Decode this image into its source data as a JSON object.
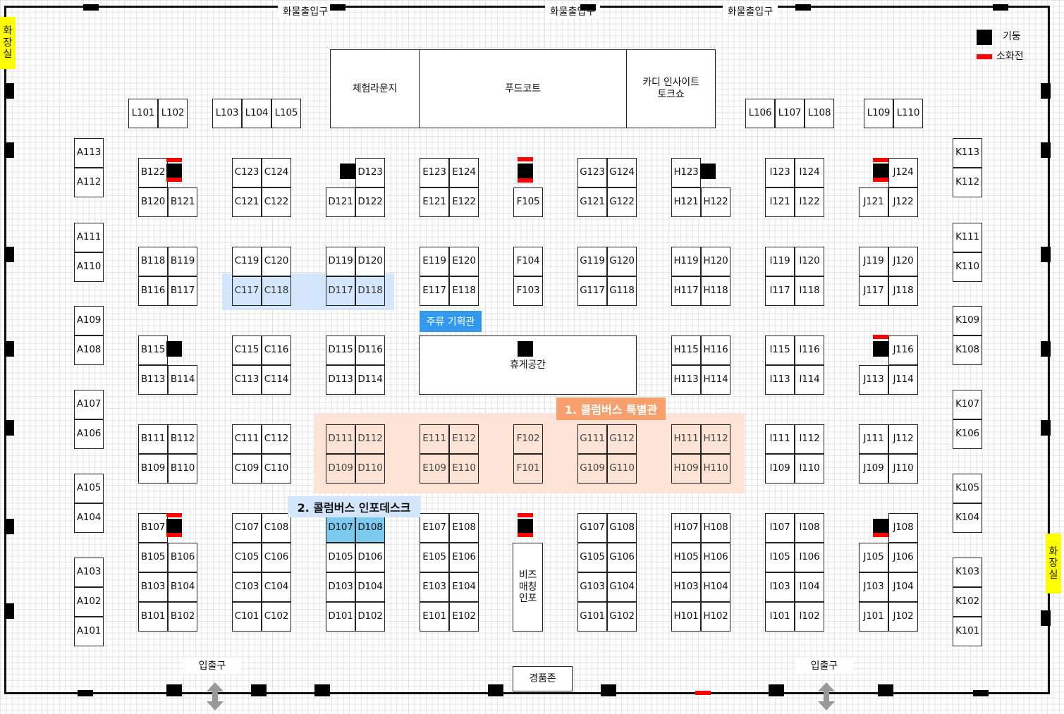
{
  "cargo_entrances": [
    "화물출입구",
    "화물출입구",
    "화물출입구"
  ],
  "restrooms": {
    "left": "화장실",
    "right": "화장실"
  },
  "legend": {
    "pillar": "기둥",
    "extinguisher": "소화전"
  },
  "facilities": {
    "lounge": "체험라운지",
    "food_court": "푸드코트",
    "talk_show": "카디 인사이트\n토크쇼",
    "rest_area": "휴게공간",
    "biz_info": "비즈\n매칭\n인포",
    "prize_zone": "경품존"
  },
  "entrances": [
    "입출구",
    "입출구"
  ],
  "zone_labels": {
    "liquor": "주류 기획관",
    "special": "1. 콜럼버스 특별관",
    "infodesk": "2. 콜럼버스 인포데스크"
  },
  "colors": {
    "special_zone": "#fde3d6",
    "special_label": "#f7a06e",
    "infodesk_zone": "#d4e6fb",
    "infodesk_booth": "#7ccaf0",
    "liquor_label": "#3399ee",
    "restroom": "#ffff00",
    "pillar": "#000000",
    "extinguisher": "#ff0000"
  },
  "booths": {
    "L": [
      "L101",
      "L102",
      "L103",
      "L104",
      "L105",
      "L106",
      "L107",
      "L108",
      "L109",
      "L110"
    ],
    "A": [
      "A113",
      "A112",
      "A111",
      "A110",
      "A109",
      "A108",
      "A107",
      "A106",
      "A105",
      "A104",
      "A103",
      "A102",
      "A101"
    ],
    "B": [
      "B122",
      "B120",
      "B121",
      "B118",
      "B119",
      "B116",
      "B117",
      "B115",
      "B113",
      "B114",
      "B111",
      "B112",
      "B109",
      "B110",
      "B107",
      "B105",
      "B106",
      "B103",
      "B104",
      "B101",
      "B102"
    ],
    "C": [
      "C123",
      "C124",
      "C121",
      "C122",
      "C119",
      "C120",
      "C117",
      "C118",
      "C115",
      "C116",
      "C113",
      "C114",
      "C111",
      "C112",
      "C109",
      "C110",
      "C107",
      "C108",
      "C105",
      "C106",
      "C103",
      "C104",
      "C101",
      "C102"
    ],
    "D": [
      "D123",
      "D121",
      "D122",
      "D119",
      "D120",
      "D117",
      "D118",
      "D115",
      "D116",
      "D113",
      "D114",
      "D111",
      "D112",
      "D109",
      "D110",
      "D107",
      "D108",
      "D105",
      "D106",
      "D103",
      "D104",
      "D101",
      "D102"
    ],
    "E": [
      "E123",
      "E124",
      "E121",
      "E122",
      "E119",
      "E120",
      "E117",
      "E118",
      "E111",
      "E112",
      "E109",
      "E110",
      "E107",
      "E108",
      "E105",
      "E106",
      "E103",
      "E104",
      "E101",
      "E102"
    ],
    "F": [
      "F105",
      "F104",
      "F103",
      "F102",
      "F101"
    ],
    "G": [
      "G123",
      "G124",
      "G121",
      "G122",
      "G119",
      "G120",
      "G117",
      "G118",
      "G111",
      "G112",
      "G109",
      "G110",
      "G107",
      "G108",
      "G105",
      "G106",
      "G103",
      "G104",
      "G101",
      "G102"
    ],
    "H": [
      "H123",
      "H121",
      "H122",
      "H119",
      "H120",
      "H117",
      "H118",
      "H115",
      "H116",
      "H113",
      "H114",
      "H111",
      "H112",
      "H109",
      "H110",
      "H107",
      "H108",
      "H105",
      "H106",
      "H103",
      "H104",
      "H101",
      "H102"
    ],
    "I": [
      "I123",
      "I124",
      "I121",
      "I122",
      "I119",
      "I120",
      "I117",
      "I118",
      "I115",
      "I116",
      "I113",
      "I114",
      "I111",
      "I112",
      "I109",
      "I110",
      "I107",
      "I108",
      "I105",
      "I106",
      "I103",
      "I104",
      "I101",
      "I102"
    ],
    "J": [
      "J124",
      "J121",
      "J122",
      "J119",
      "J120",
      "J117",
      "J118",
      "J116",
      "J113",
      "J114",
      "J111",
      "J112",
      "J109",
      "J110",
      "J108",
      "J105",
      "J106",
      "J103",
      "J104",
      "J101",
      "J102"
    ],
    "K": [
      "K113",
      "K112",
      "K111",
      "K110",
      "K109",
      "K108",
      "K107",
      "K106",
      "K105",
      "K104",
      "K103",
      "K102",
      "K101"
    ]
  }
}
